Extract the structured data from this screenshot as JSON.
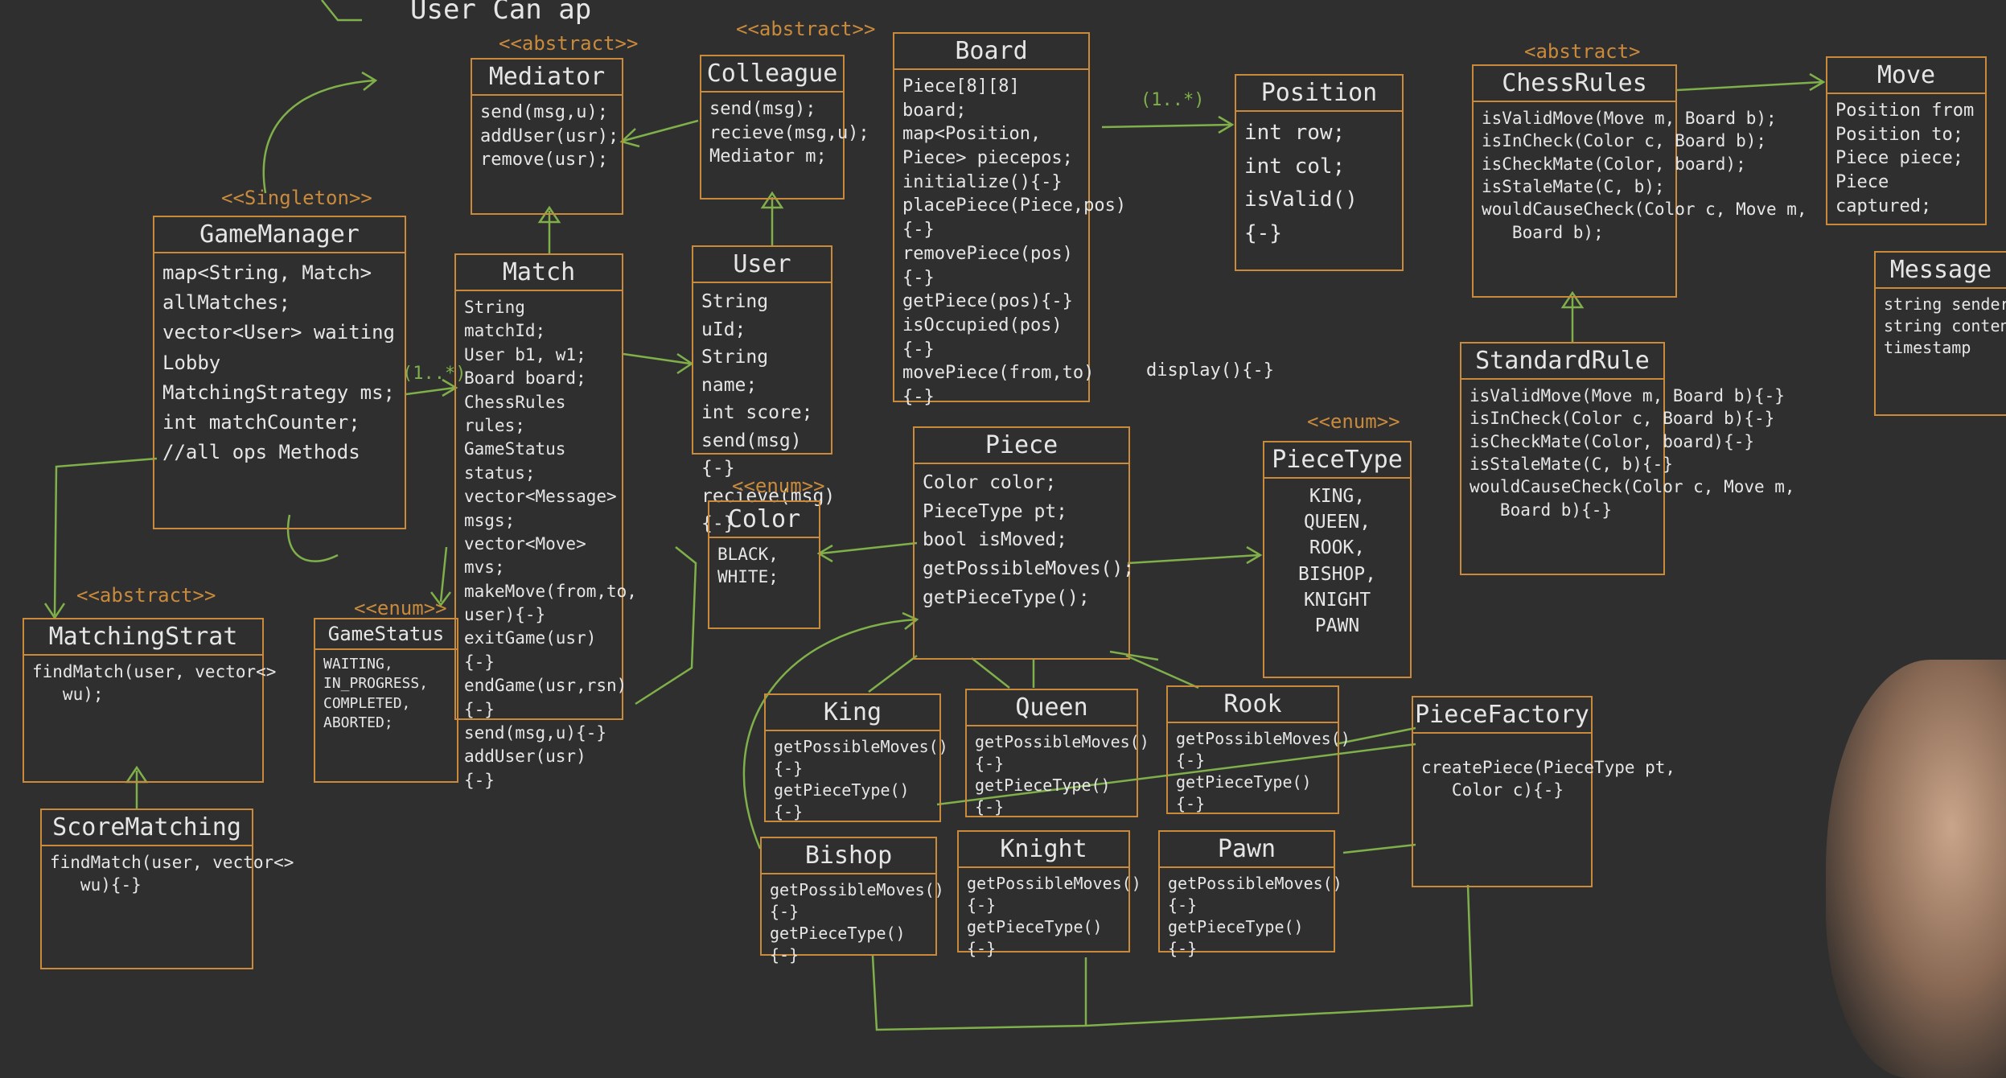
{
  "top_scribble": "User   Can   ap",
  "classes": {
    "mediator": {
      "stereotype": "<<abstract>>",
      "name": "Mediator",
      "members": "send(msg,u);\naddUser(usr);\nremove(usr);"
    },
    "colleague": {
      "stereotype": "<<abstract>>",
      "name": "Colleague",
      "members": "send(msg);\nrecieve(msg,u);\nMediator m;"
    },
    "board": {
      "name": "Board",
      "members": "Piece[8][8]\n   board;\nmap<Position,\n   Piece> piecepos;\ninitialize(){-}\nplacePiece(Piece,pos){-}\nremovePiece(pos){-}\ngetPiece(pos){-}\nisOccupied(pos){-}\nmovePiece(from,to){-}"
    },
    "position": {
      "name": "Position",
      "members": "int row;\nint col;\nisValid(){-}"
    },
    "chessrules": {
      "stereotype": "<abstract>",
      "name": "ChessRules",
      "members": "isValidMove(Move m, Board b);\nisInCheck(Color c, Board b);\nisCheckMate(Color, board);\nisStaleMate(C, b);\nwouldCauseCheck(Color c, Move m,\n   Board b);"
    },
    "move": {
      "name": "Move",
      "members": "Position from\nPosition to;\nPiece piece;\nPiece captured;"
    },
    "message": {
      "name": "Message",
      "members": "string senderId\nstring content\ntimestamp"
    },
    "gamemanager": {
      "stereotype": "<<Singleton>>",
      "name": "GameManager",
      "members": "map<String, Match>\n   allMatches;\nvector<User> waiting\n   Lobby\nMatchingStrategy ms;\nint matchCounter;\n//all ops Methods"
    },
    "match": {
      "name": "Match",
      "members": "String matchId;\nUser b1, w1;\nBoard board;\nChessRules rules;\nGameStatus status;\nvector<Message>\n   msgs;\nvector<Move> mvs;\nmakeMove(from,to,\n   user){-}\nexitGame(usr){-}\nendGame(usr,rsn){-}\nsend(msg,u){-}\naddUser(usr){-}"
    },
    "user": {
      "name": "User",
      "members": "String uId;\nString name;\nint score;\nsend(msg){-}\nrecieve(msg){-}"
    },
    "standardrule": {
      "name": "StandardRule",
      "members": "isValidMove(Move m, Board b){-}\nisInCheck(Color c, Board b){-}\nisCheckMate(Color, board){-}\nisStaleMate(C, b){-}\nwouldCauseCheck(Color c, Move m,\n   Board b){-}"
    },
    "piece": {
      "name": "Piece",
      "members": "Color color;\nPieceType pt;\nbool isMoved;\ngetPossibleMoves();\ngetPieceType();"
    },
    "piecetype": {
      "stereotype": "<<enum>>",
      "name": "PieceType",
      "members": "KING,\nQUEEN,\nROOK,\nBISHOP,\nKNIGHT\nPAWN"
    },
    "color": {
      "stereotype": "<<enum>>",
      "name": "Color",
      "members": "BLACK,\nWHITE;"
    },
    "matchingstrat": {
      "stereotype": "<<abstract>>",
      "name": "MatchingStrat",
      "members": "findMatch(user, vector<>\n   wu);"
    },
    "gamestatus": {
      "stereotype": "<<enum>>",
      "name": "GameStatus",
      "members": "WAITING,\nIN_PROGRESS,\nCOMPLETED,\nABORTED;"
    },
    "scorematching": {
      "name": "ScoreMatching",
      "members": "findMatch(user, vector<>\n   wu){-}"
    },
    "king": {
      "name": "King",
      "members": "getPossibleMoves(){-}\ngetPieceType(){-}"
    },
    "queen": {
      "name": "Queen",
      "members": "getPossibleMoves(){-}\ngetPieceType(){-}"
    },
    "rook": {
      "name": "Rook",
      "members": "getPossibleMoves(){-}\ngetPieceType(){-}"
    },
    "bishop": {
      "name": "Bishop",
      "members": "getPossibleMoves(){-}\ngetPieceType(){-}"
    },
    "knight": {
      "name": "Knight",
      "members": "getPossibleMoves(){-}\ngetPieceType(){-}"
    },
    "pawn": {
      "name": "Pawn",
      "members": "getPossibleMoves(){-}\ngetPieceType(){-}"
    },
    "piecefactory": {
      "name": "PieceFactory",
      "members": "createPiece(PieceType pt,\n   Color c){-}"
    }
  },
  "notes": {
    "display": "display(){-}"
  },
  "multiplicities": {
    "board_position": "(1..*)",
    "gm_match": "(1..*)"
  },
  "colors": {
    "background": "#2f2f2f",
    "class_border": "#c98a3c",
    "arrow": "#7fb04a",
    "text": "#e6e6e6"
  }
}
